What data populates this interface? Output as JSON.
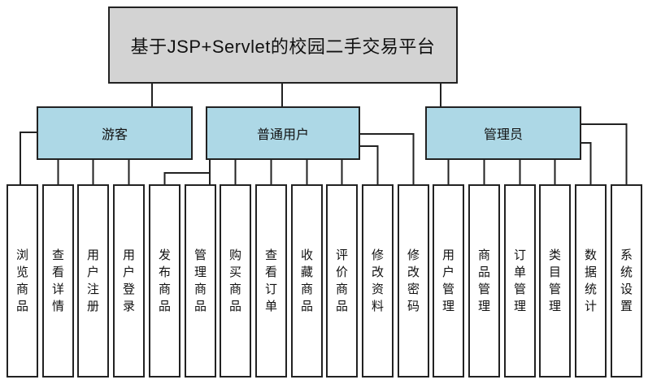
{
  "diagram": {
    "title": "基于JSP+Servlet的校园二手交易平台",
    "groups": [
      {
        "label": "游客",
        "children": [
          "浏览商品",
          "查看详情",
          "用户注册",
          "用户登录"
        ]
      },
      {
        "label": "普通用户",
        "children": [
          "发布商品",
          "管理商品",
          "购买商品",
          "查看订单",
          "收藏商品",
          "评价商品",
          "修改资料",
          "修改密码"
        ]
      },
      {
        "label": "管理员",
        "children": [
          "用户管理",
          "商品管理",
          "订单管理",
          "类目管理",
          "数据统计",
          "系统设置"
        ]
      }
    ],
    "colors": {
      "root_fill": "#d3d3d3",
      "group_fill": "#add8e6",
      "leaf_fill": "#ffffff",
      "border": "#222222"
    }
  }
}
